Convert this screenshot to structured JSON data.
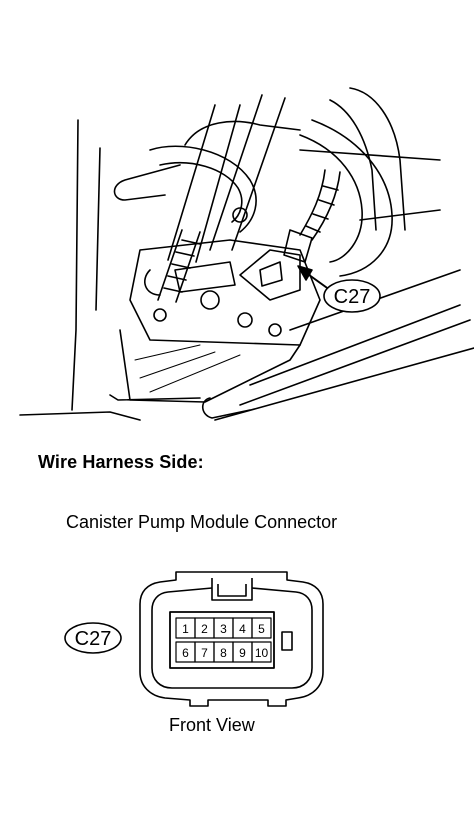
{
  "callouts": {
    "top": "C27",
    "connector": "C27"
  },
  "heading": "Wire Harness Side:",
  "connector_name": "Canister Pump Module Connector",
  "view_label": "Front View",
  "pins": [
    "1",
    "2",
    "3",
    "4",
    "5",
    "6",
    "7",
    "8",
    "9",
    "10"
  ]
}
